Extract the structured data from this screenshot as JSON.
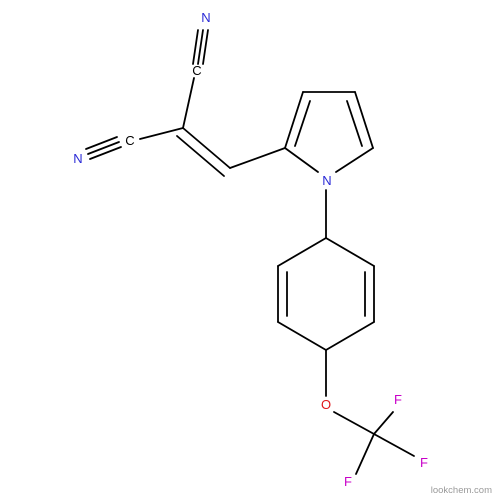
{
  "molecule": {
    "atoms": {
      "N_top": {
        "symbol": "N",
        "color": "#2a2ad6"
      },
      "C_top": {
        "symbol": "C",
        "color": "#000000"
      },
      "N_left": {
        "symbol": "N",
        "color": "#2a2ad6"
      },
      "C_left": {
        "symbol": "C",
        "color": "#000000"
      },
      "N_ring": {
        "symbol": "N",
        "color": "#2a2ad6"
      },
      "O": {
        "symbol": "O",
        "color": "#e0161a"
      },
      "F1": {
        "symbol": "F",
        "color": "#c800c8"
      },
      "F2": {
        "symbol": "F",
        "color": "#c800c8"
      },
      "F3": {
        "symbol": "F",
        "color": "#c800c8"
      }
    },
    "bond_color": "#000000"
  },
  "watermark": "lookchem.com"
}
